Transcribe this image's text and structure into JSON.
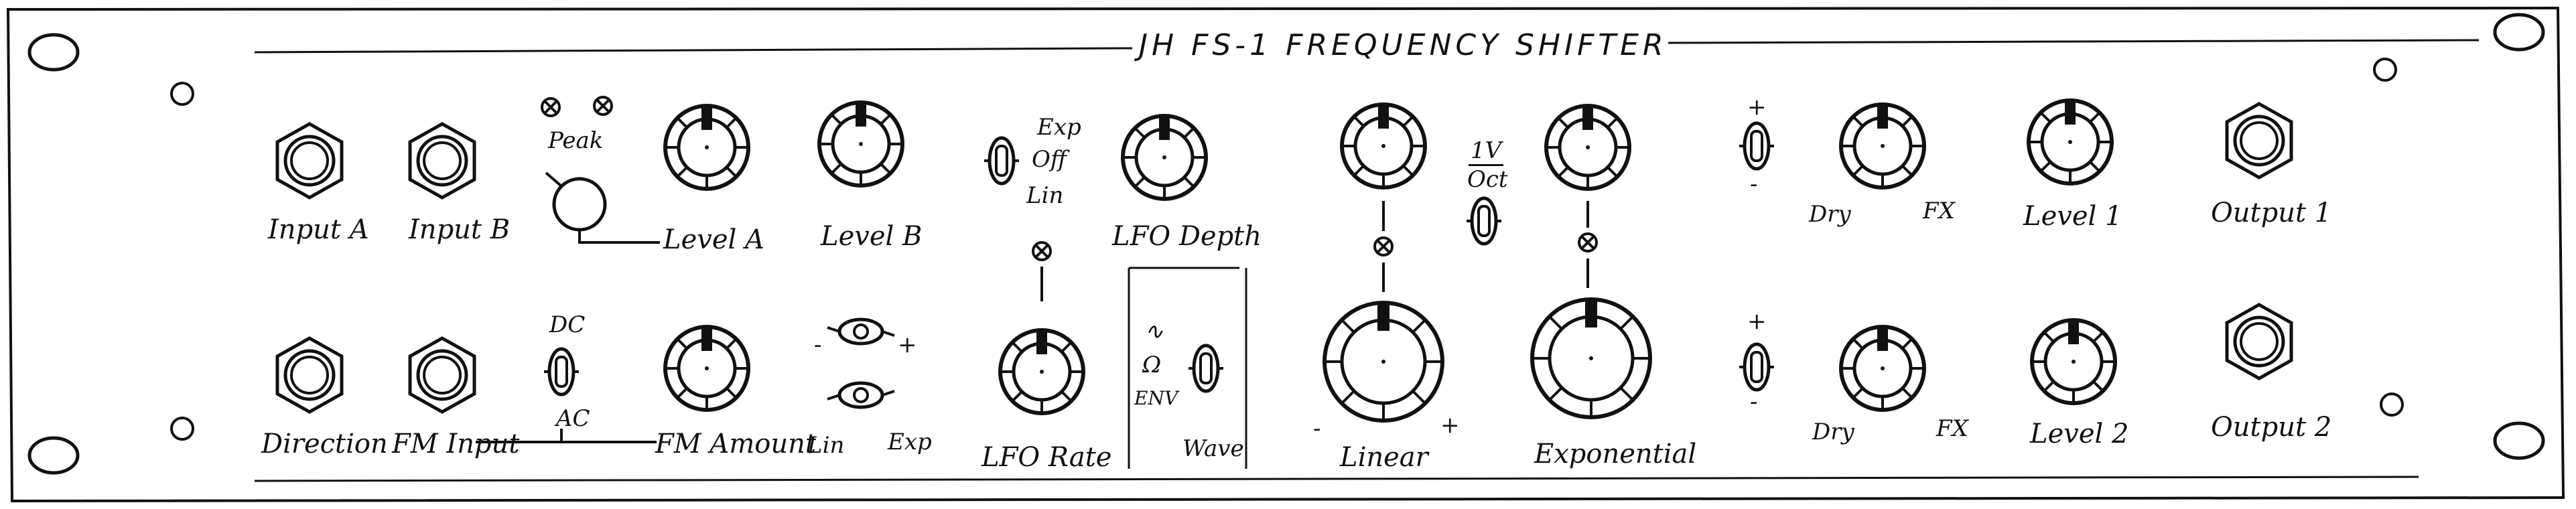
{
  "panel": {
    "title": "JH FS-1 FREQUENCY SHIFTER",
    "peak_label": "Peak",
    "top_row": {
      "input_a": "Input A",
      "input_b": "Input B",
      "level_a": "Level A",
      "level_b": "Level B",
      "lfo_switch_exp": "Exp",
      "lfo_switch_off": "Off",
      "lfo_switch_lin": "Lin",
      "lfo_depth": "LFO Depth",
      "one_v_oct_top": "1V",
      "one_v_oct_bottom": "Oct",
      "dry_1": "Dry",
      "fx_1": "FX",
      "level_1": "Level 1",
      "output_1": "Output 1"
    },
    "bottom_row": {
      "direction": "Direction",
      "fm_input": "FM Input",
      "dc": "DC",
      "ac": "AC",
      "fm_amount": "FM Amount",
      "lin": "Lin",
      "exp": "Exp",
      "minus": "-",
      "plus": "+",
      "lfo_rate": "LFO Rate",
      "wave_sine": "∿",
      "wave_square": "Ω",
      "wave_env": "ENV",
      "wave_label": "Wave",
      "linear": "Linear",
      "exponential": "Exponential",
      "dry_2": "Dry",
      "fx_2": "FX",
      "level_2": "Level 2",
      "output_2": "Output 2"
    }
  }
}
